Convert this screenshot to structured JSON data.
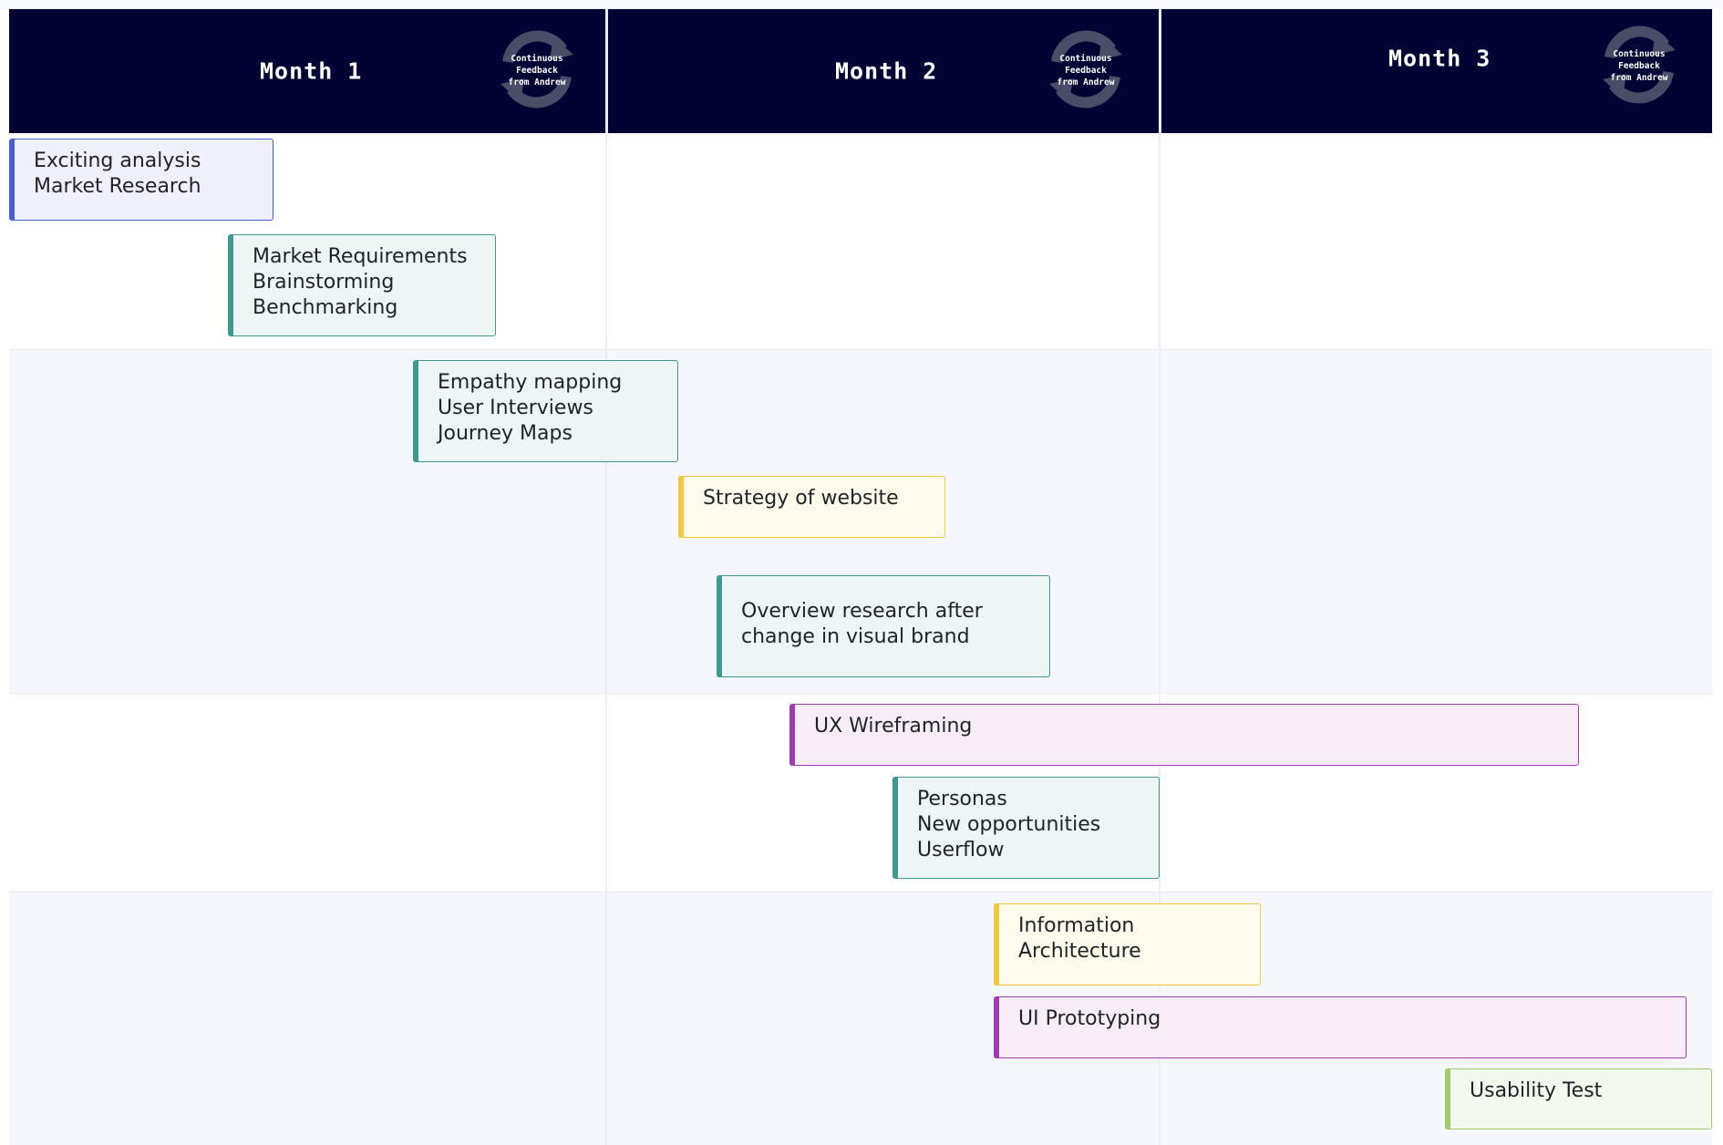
{
  "header": {
    "months": [
      "Month 1",
      "Month 2",
      "Month 3"
    ],
    "feedback_label": "Continuous\nFeedback\nfrom Andrew"
  },
  "colors": {
    "header_bg": "#000333",
    "blue": "#4a5fd1",
    "teal": "#3d9a8e",
    "yellow": "#f3c640",
    "purple": "#9f3cb4",
    "green": "#9fcc66"
  },
  "cards": [
    {
      "text": "Exciting analysis\nMarket Research",
      "color": "blue"
    },
    {
      "text": "Market Requirements\nBrainstorming\nBenchmarking",
      "color": "teal"
    },
    {
      "text": "Empathy mapping\nUser Interviews\nJourney Maps",
      "color": "teal"
    },
    {
      "text": "Strategy of website",
      "color": "yellow"
    },
    {
      "text": "Overview research after\nchange in visual brand",
      "color": "teal"
    },
    {
      "text": "UX Wireframing",
      "color": "purple"
    },
    {
      "text": "Personas\nNew opportunities\nUserflow",
      "color": "teal"
    },
    {
      "text": "Information\nArchitecture",
      "color": "yellow"
    },
    {
      "text": "UI Prototyping",
      "color": "purple"
    },
    {
      "text": "Usability Test",
      "color": "green"
    }
  ]
}
